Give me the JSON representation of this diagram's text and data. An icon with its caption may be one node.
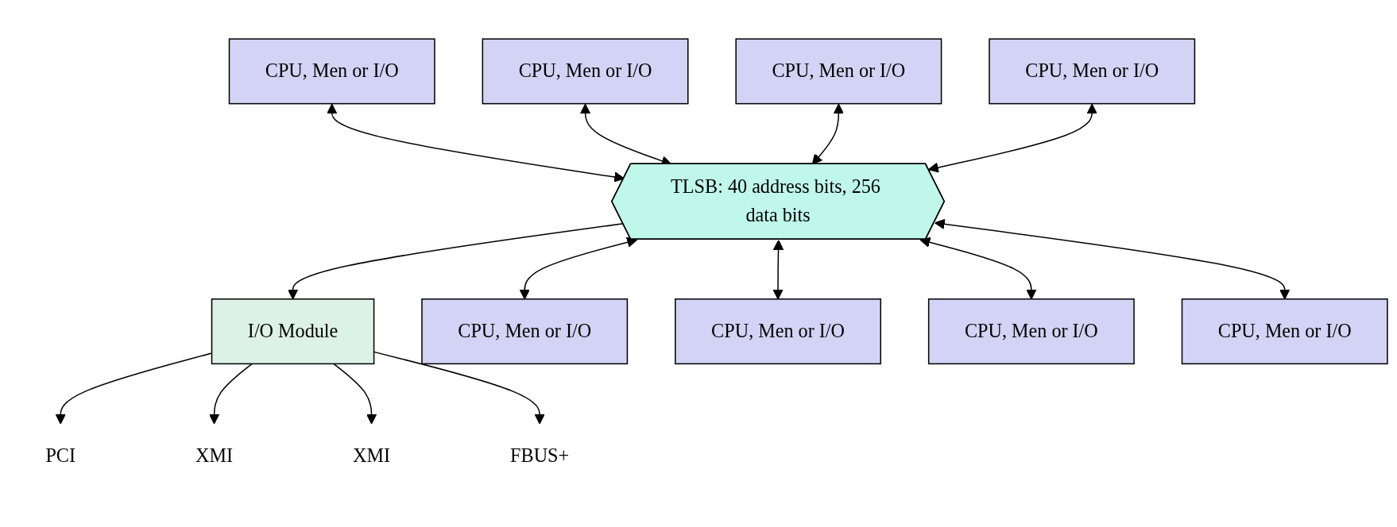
{
  "diagram": {
    "nodes": [
      {
        "text": [
          "CPU, Men or I/O"
        ]
      },
      {
        "text": [
          "CPU, Men or I/O"
        ]
      },
      {
        "text": [
          "CPU, Men or I/O"
        ]
      },
      {
        "text": [
          "CPU, Men or I/O"
        ]
      },
      {
        "text": [
          "TLSB: 40 address bits, 256 data bits"
        ]
      },
      {
        "text": [
          "I/O Module"
        ]
      },
      {
        "text": [
          "PCI"
        ]
      },
      {
        "text": [
          "XMI"
        ]
      },
      {
        "text": [
          "XMI"
        ]
      },
      {
        "text": [
          "FBUS+"
        ]
      },
      {
        "text": [
          "CPU, Men or I/O"
        ]
      },
      {
        "text": [
          "CPU, Men or I/O"
        ]
      },
      {
        "text": [
          "CPU, Men or I/O"
        ]
      },
      {
        "text": [
          "CPU, Men or I/O"
        ]
      }
    ],
    "edges": [
      {
        "from": 0,
        "to": 4,
        "arrow": "both"
      },
      {
        "from": 1,
        "to": 4,
        "arrow": "both"
      },
      {
        "from": 2,
        "to": 4,
        "arrow": "both"
      },
      {
        "from": 3,
        "to": 4,
        "arrow": "both"
      },
      {
        "from": 4,
        "to": 10,
        "arrow": "both"
      },
      {
        "from": 4,
        "to": 11,
        "arrow": "both"
      },
      {
        "from": 4,
        "to": 12,
        "arrow": "both"
      },
      {
        "from": 4,
        "to": 13,
        "arrow": "both"
      },
      {
        "from": 4,
        "to": 5,
        "arrow": "to"
      },
      {
        "from": 5,
        "to": 6,
        "arrow": "to"
      },
      {
        "from": 5,
        "to": 7,
        "arrow": "to"
      },
      {
        "from": 5,
        "to": 8,
        "arrow": "to"
      },
      {
        "from": 5,
        "to": 9,
        "arrow": "to"
      }
    ]
  }
}
